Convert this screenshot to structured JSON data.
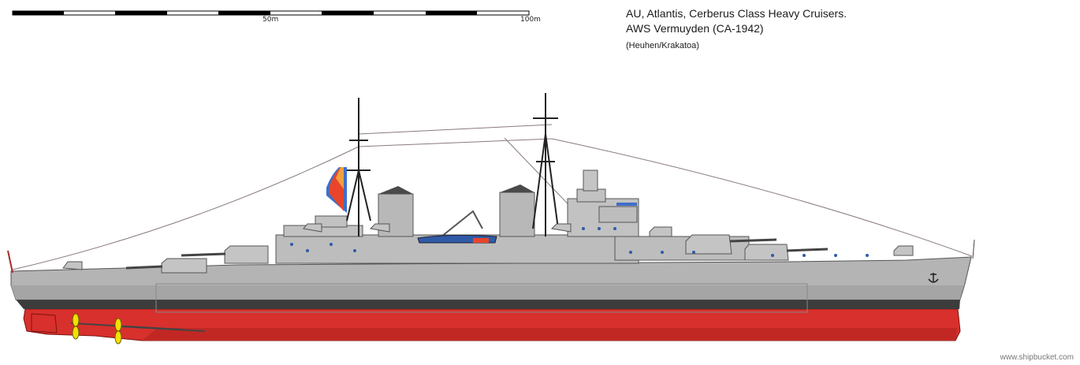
{
  "scale_bar": {
    "mid_label": "50m",
    "end_label": "100m"
  },
  "title": {
    "line1": "AU, Atlantis, Cerberus Class Heavy Cruisers.",
    "line2": "AWS Vermuyden (CA-1942)",
    "credit": "(Heuhen/Krakatoa)"
  },
  "watermark": "www.shipbucket.com",
  "colors": {
    "hull_grey": "#b4b4b4",
    "superstructure_grey": "#bdbdbd",
    "boot_topping": "#3c3c3c",
    "below_waterline_red": "#d8302c",
    "propeller_yellow": "#f2e000",
    "flag_red": "#e8452a",
    "flag_blue": "#3f6fc8"
  }
}
